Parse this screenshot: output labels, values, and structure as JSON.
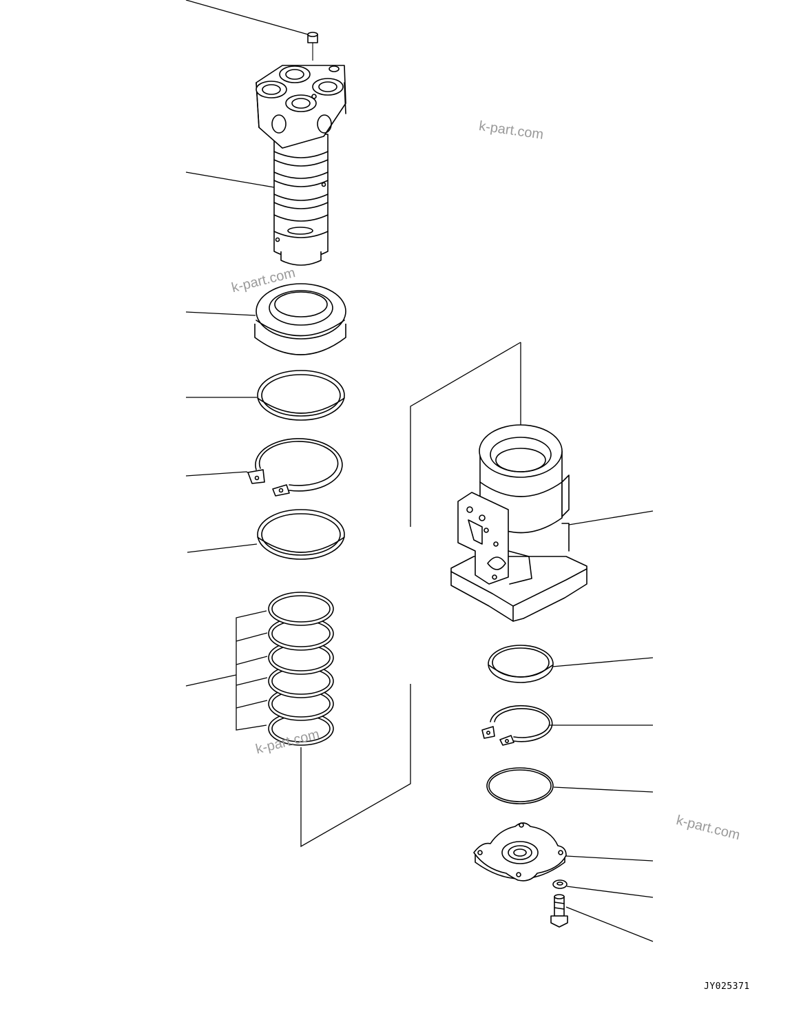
{
  "watermarks": [
    "k-part.com",
    "k-part.com",
    "k-part.com",
    "k-part.com"
  ],
  "drawing_code": "JY025371"
}
